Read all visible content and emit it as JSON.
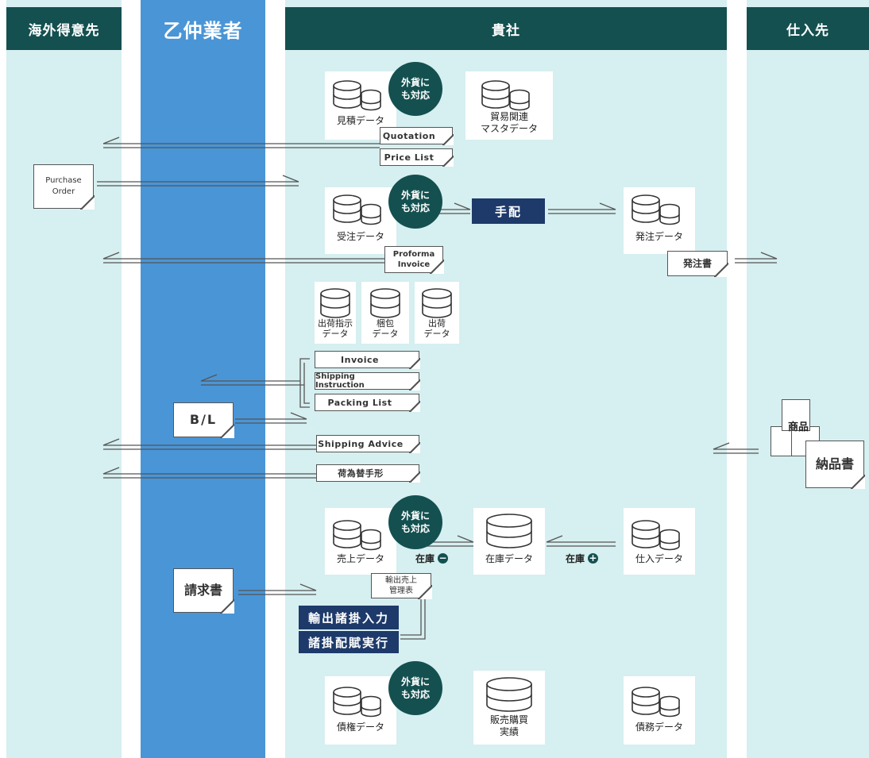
{
  "columns": {
    "overseas": "海外得意先",
    "broker": "乙仲業者",
    "company": "貴社",
    "supplier": "仕入先"
  },
  "bubble": "外貨にも対応",
  "data_stores": {
    "estimate": "見積データ",
    "trade_master": "貿易関連\nマスタデータ",
    "order_received": "受注データ",
    "order_placed": "発注データ",
    "shipping_instr": "出荷指示\nデータ",
    "packing": "梱包\nデータ",
    "shipment": "出荷\nデータ",
    "sales": "売上データ",
    "inventory": "在庫データ",
    "purchase": "仕入データ",
    "receivable": "債権データ",
    "sales_purchase_results": "販売購買\n実績",
    "payable": "債務データ"
  },
  "documents": {
    "quotation": "Quotation",
    "price_list": "Price List",
    "purchase_order": "Purchase\nOrder",
    "proforma": "Proforma\nInvoice",
    "po_doc": "発注書",
    "invoice": "Invoice",
    "shipping_instruction": "Shipping Instruction",
    "packing_list": "Packing List",
    "bl": "B/L",
    "shipping_advice": "Shipping Advice",
    "bill_of_exchange": "荷為替手形",
    "export_ledger": "輸出売上\n管理表",
    "invoice_jp": "請求書",
    "delivery_note": "納品書",
    "goods": "商品"
  },
  "actions": {
    "arrange": "手配",
    "export_input": "輸出諸掛入力",
    "allocate": "諸掛配賦実行"
  },
  "stock": {
    "minus": "在庫",
    "plus": "在庫"
  },
  "colors": {
    "header": "#145050",
    "broker": "#4a95d6",
    "lane": "#d6eff0",
    "navy": "#1d3a6a"
  }
}
